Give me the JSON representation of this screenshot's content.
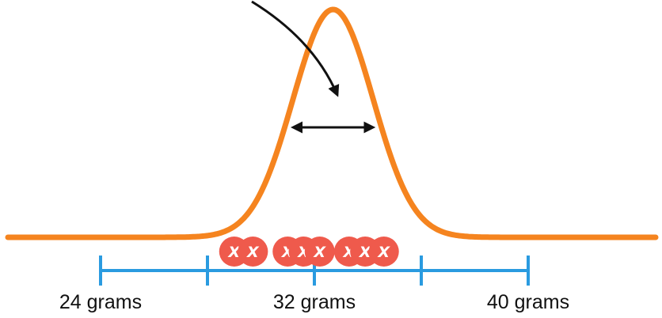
{
  "axis": {
    "labels": [
      "24 grams",
      "32 grams",
      "40 grams"
    ],
    "label_values": [
      24,
      32,
      40
    ],
    "tick_values": [
      24,
      28,
      32,
      36,
      40
    ],
    "range": [
      24,
      40
    ]
  },
  "observations": {
    "marker_text": "X",
    "values": [
      29.0,
      29.7,
      31.0,
      31.6,
      32.2,
      33.3,
      33.9,
      34.6
    ]
  },
  "distribution": {
    "mean": 32.7,
    "sd": 1.5,
    "width_arrow": [
      31.2,
      34.2
    ]
  },
  "colors": {
    "curve": "#f5841f",
    "axis": "#2a9be0",
    "marker": "#ef5a4c",
    "marker_text": "#ffffff",
    "arrow": "#111111",
    "label": "#111111"
  }
}
